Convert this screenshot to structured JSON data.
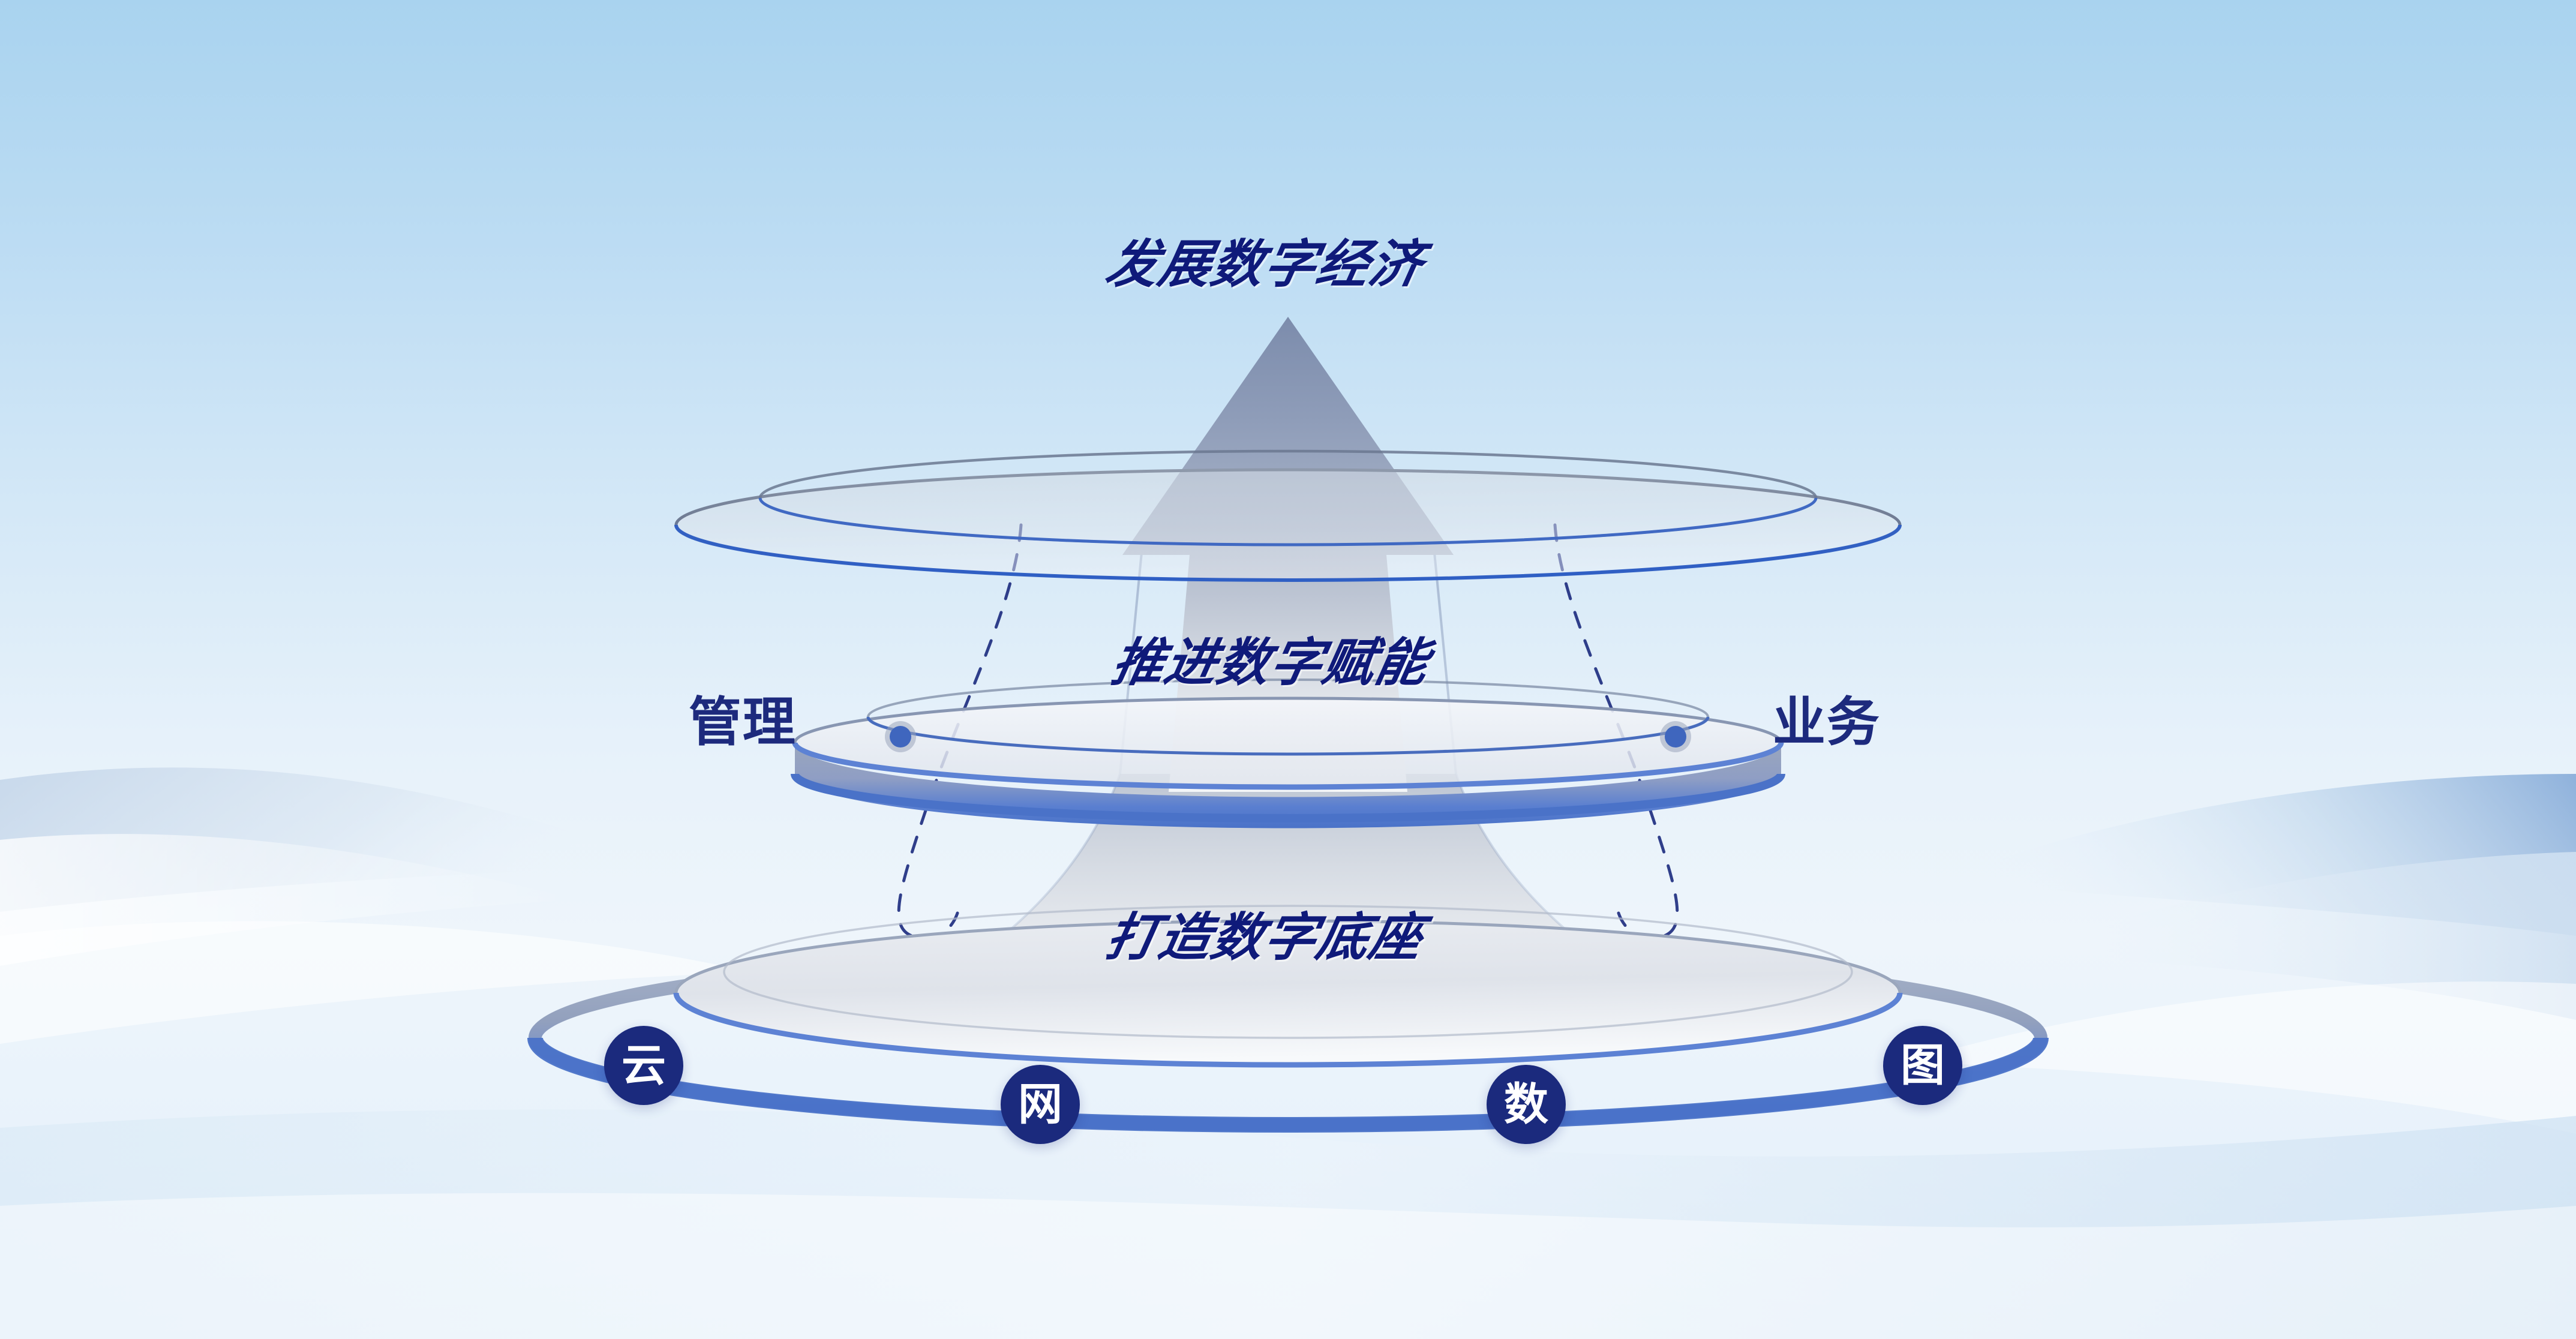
{
  "scene": {
    "title_top": "发展数字经济",
    "title_middle": "推进数字赋能",
    "title_bottom": "打造数字底座",
    "label_left": "管理",
    "label_right": "业务",
    "arrow_direction": "up"
  },
  "pillars": [
    {
      "label": "云",
      "name": "pillar-cloud"
    },
    {
      "label": "网",
      "name": "pillar-network"
    },
    {
      "label": "数",
      "name": "pillar-data"
    },
    {
      "label": "图",
      "name": "pillar-map"
    }
  ],
  "colors": {
    "text_navy": "#0f1a7a",
    "side_navy": "#1d2a7d",
    "pillar_fill": "#1b2a7d",
    "ring_blue": "#4a72c8",
    "ring_edge": "#3f66be",
    "arrow_gray": "#8a9ab6",
    "sky_top": "#a9d3ef",
    "sky_bottom": "#dbeaf6",
    "dashed_navy": "#1b2a7d"
  }
}
